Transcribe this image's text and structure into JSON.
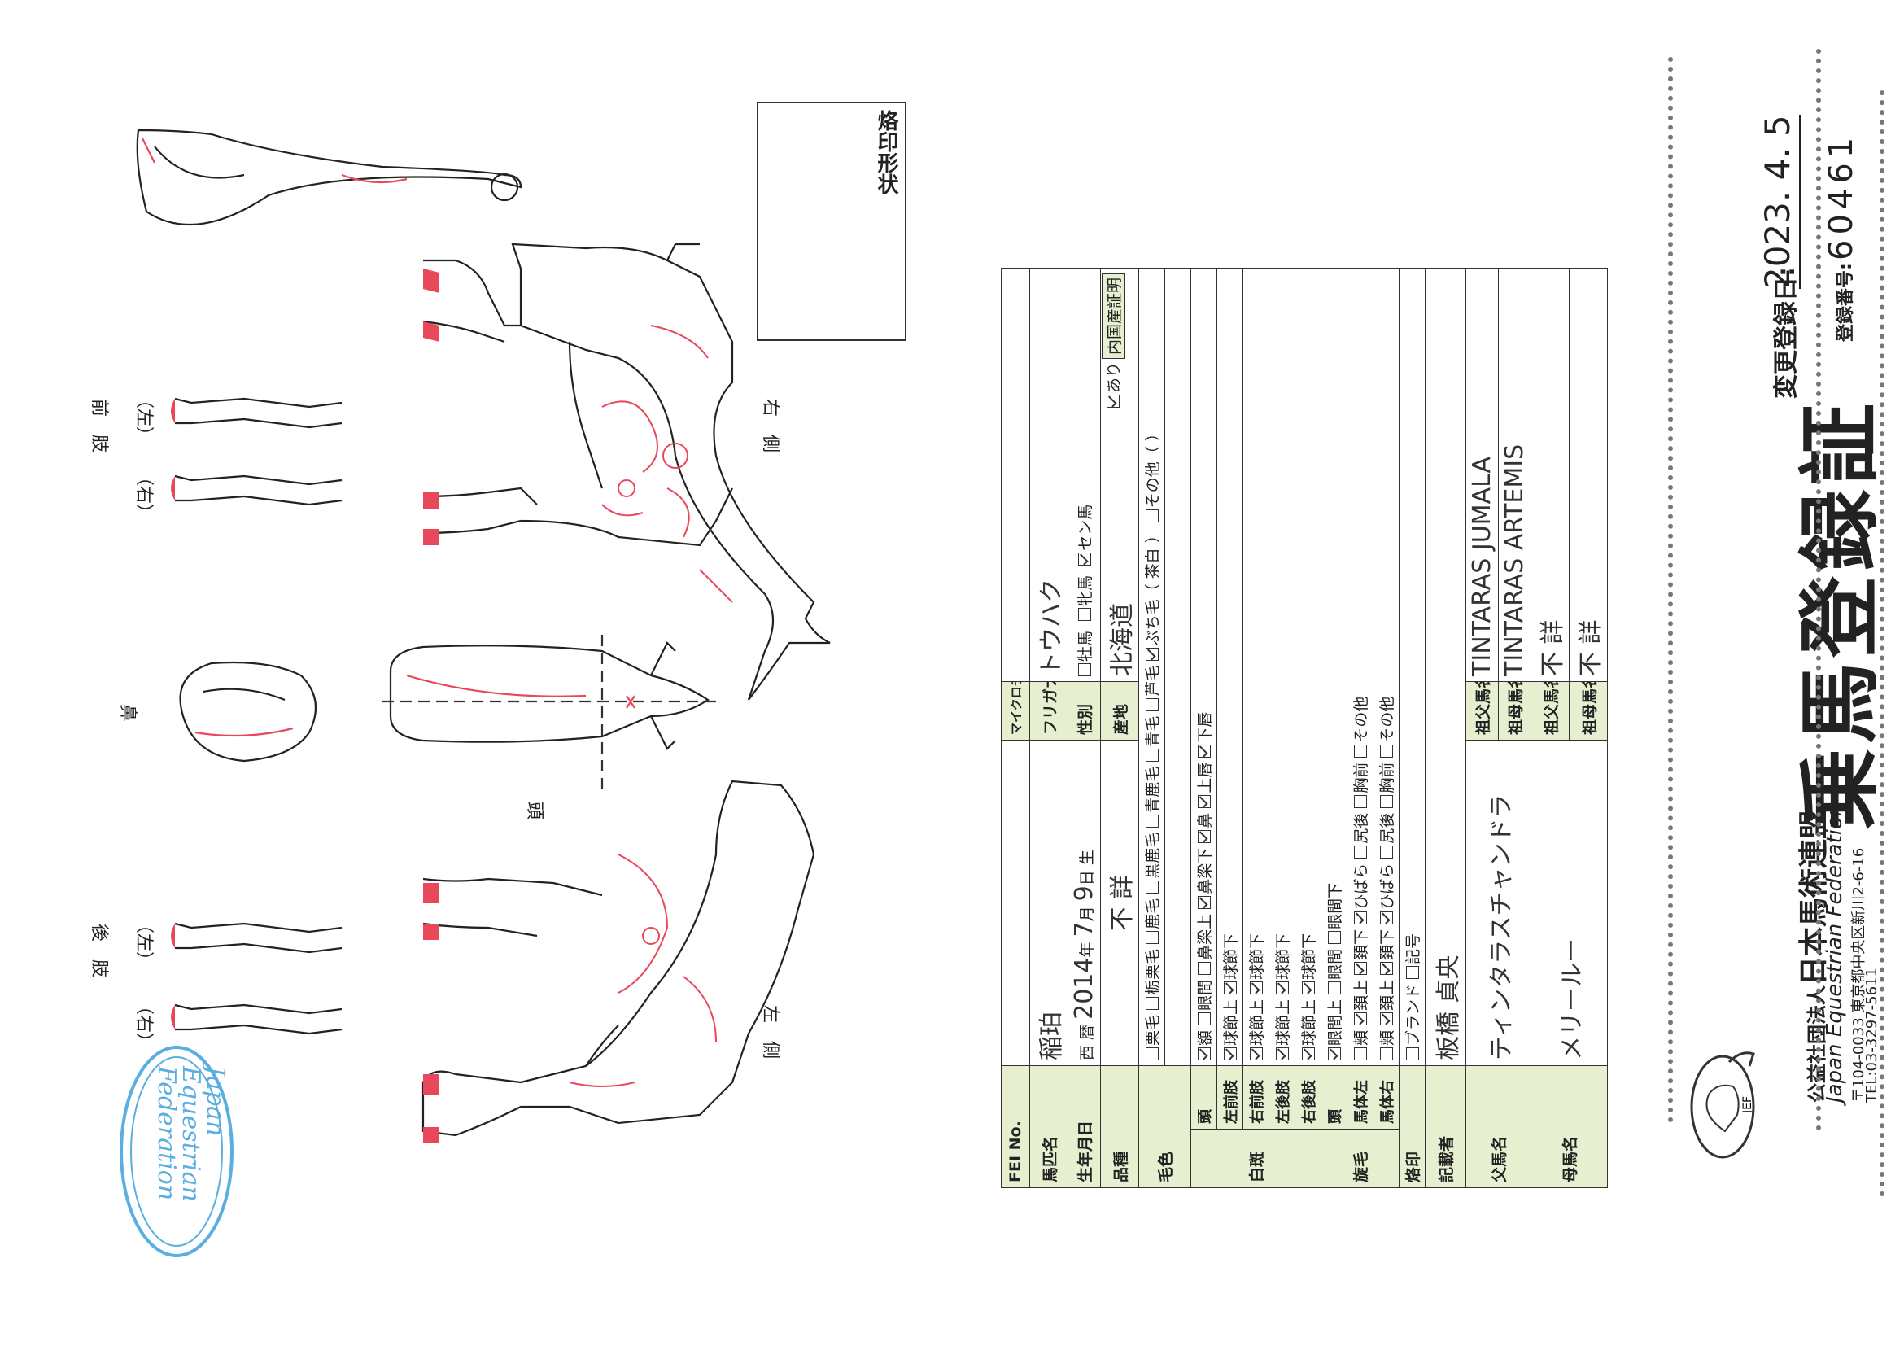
{
  "header": {
    "org_prefix": "公益社団法人",
    "org_name": "日本馬術連盟",
    "org_en": "Japan Equestrian Federation",
    "address": "〒104-0033 東京都中央区新川2-6-16",
    "tel": "TEL:03-3297-5611",
    "logo_text": "JEF",
    "title": "乗馬登録証",
    "reg_no_label": "登録番号:",
    "reg_no": "60461",
    "change_label": "変更登録日:",
    "change_date": "2023. 4. 5"
  },
  "rows": {
    "fei_label": "FEI No.",
    "microchip_label": "マイクロチップNo.",
    "name_label": "馬匹名",
    "name_value": "稲珀",
    "furigana_label": "フリガナ",
    "furigana_value": "トウハク",
    "birth_label": "生年月日",
    "birth_era": "西 暦",
    "birth_year": "2014",
    "birth_year_unit": "年",
    "birth_month": "7",
    "birth_month_unit": "月",
    "birth_day": "9",
    "birth_day_unit": "日 生",
    "sex_label": "性別",
    "sex_options": [
      "牡馬",
      "牝馬",
      "セン馬"
    ],
    "breed_label": "品種",
    "breed_value": "不 詳",
    "origin_label": "産地",
    "origin_value": "北海道",
    "domestic_label": "内国産証明",
    "domestic_value": "あり",
    "coat_label": "毛色",
    "coat_line1": [
      "栗毛",
      "栃栗毛",
      "鹿毛",
      "黒鹿毛",
      "青鹿毛",
      "青毛",
      "芦毛",
      "ぶち毛（ 茶白 ）",
      "その他（",
      "）"
    ],
    "white_label": "白斑",
    "head_label": "頭",
    "head_items": [
      "額",
      "眼間",
      "鼻梁上",
      "鼻梁下",
      "鼻",
      "上唇",
      "下唇"
    ],
    "lf_label": "左前肢",
    "lf_items": [
      "球節上",
      "球節下"
    ],
    "rf_label": "右前肢",
    "rf_items": [
      "球節上",
      "球節下"
    ],
    "lh_label": "左後肢",
    "lh_items": [
      "球節上",
      "球節下"
    ],
    "rh_label": "右後肢",
    "rh_items": [
      "球節上",
      "球節下"
    ],
    "whorl_label": "旋毛",
    "whorl_head_label": "頭",
    "whorl_head_items": [
      "眼間上",
      "眼間",
      "眼間下"
    ],
    "whorl_left_label": "馬体左",
    "whorl_left_items": [
      "頬",
      "頚上",
      "頚下",
      "ひばら",
      "尻後",
      "胸前",
      "その他"
    ],
    "whorl_right_label": "馬体右",
    "whorl_right_items": [
      "頬",
      "頚上",
      "頚下",
      "ひばら",
      "尻後",
      "胸前",
      "その他"
    ],
    "brand_label": "烙印",
    "brand_items": [
      "ブランド",
      "記号"
    ],
    "writer_label": "記載者",
    "writer_value": "板橋 貞央",
    "sire_label": "父馬名",
    "sire_value": "ティンタラスチャンドラ",
    "gsire1_label": "祖父馬名",
    "gsire1_value": "TINTARAS JUMALA",
    "gdam1_label": "祖母馬名",
    "gdam1_value": "TINTARAS ARTEMIS",
    "dam_label": "母馬名",
    "dam_value": "メリールー",
    "gsire2_label": "祖父馬名",
    "gsire2_value": "不 詳",
    "gdam2_label": "祖母馬名",
    "gdam2_value": "不 詳"
  },
  "brand_shape_label": "烙印形状",
  "diagram_labels": {
    "right_side": "右　側",
    "left_side": "左　側",
    "head": "頭",
    "muzzle": "鼻",
    "forelegs": "前　肢",
    "hindlegs": "後　肢",
    "left": "（左）",
    "right": "（右）"
  },
  "stamp": {
    "line1": "Japan",
    "line2": "Equestrian",
    "line3": "Federation"
  },
  "colors": {
    "label_bg": "#e6efcf",
    "marking_red": "#e8485a",
    "stamp_blue": "#5aaee0"
  }
}
